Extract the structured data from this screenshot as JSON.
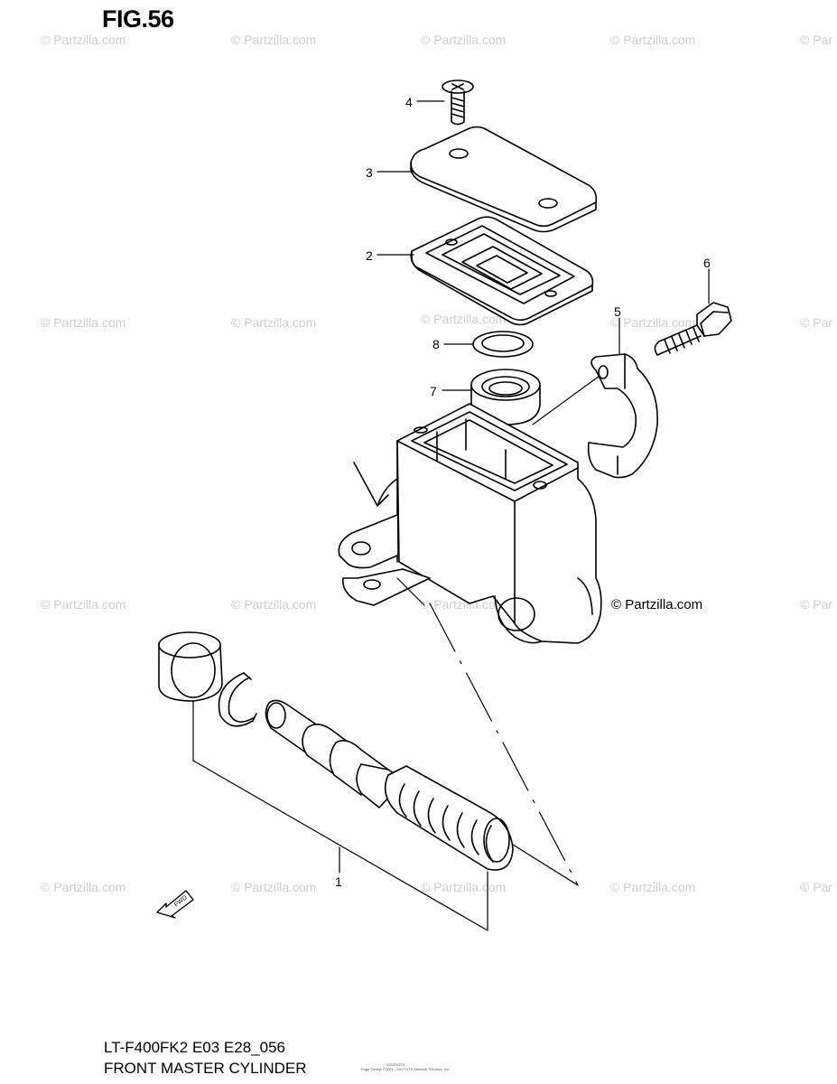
{
  "figure": {
    "title": "FIG.56",
    "code": "LT-F400FK2 E03 E28_056",
    "name": "FRONT MASTER CYLINDER"
  },
  "copyright": "© Partzilla.com",
  "watermark": "© Partzilla.com",
  "watermark_edge": "© Par",
  "fine_print": {
    "line1": "Page Design ©2001 - 2017 DTN Network Services, Inc.",
    "line2": "020270273"
  },
  "callouts": [
    {
      "id": "part-1",
      "label": "1"
    },
    {
      "id": "part-2",
      "label": "2"
    },
    {
      "id": "part-3",
      "label": "3"
    },
    {
      "id": "part-4",
      "label": "4"
    },
    {
      "id": "part-5",
      "label": "5"
    },
    {
      "id": "part-6",
      "label": "6"
    },
    {
      "id": "part-7",
      "label": "7"
    },
    {
      "id": "part-8",
      "label": "8"
    }
  ],
  "fwd_label": "FWD",
  "colors": {
    "line": "#000000",
    "watermark": "#cfcfcf",
    "background": "#ffffff"
  }
}
